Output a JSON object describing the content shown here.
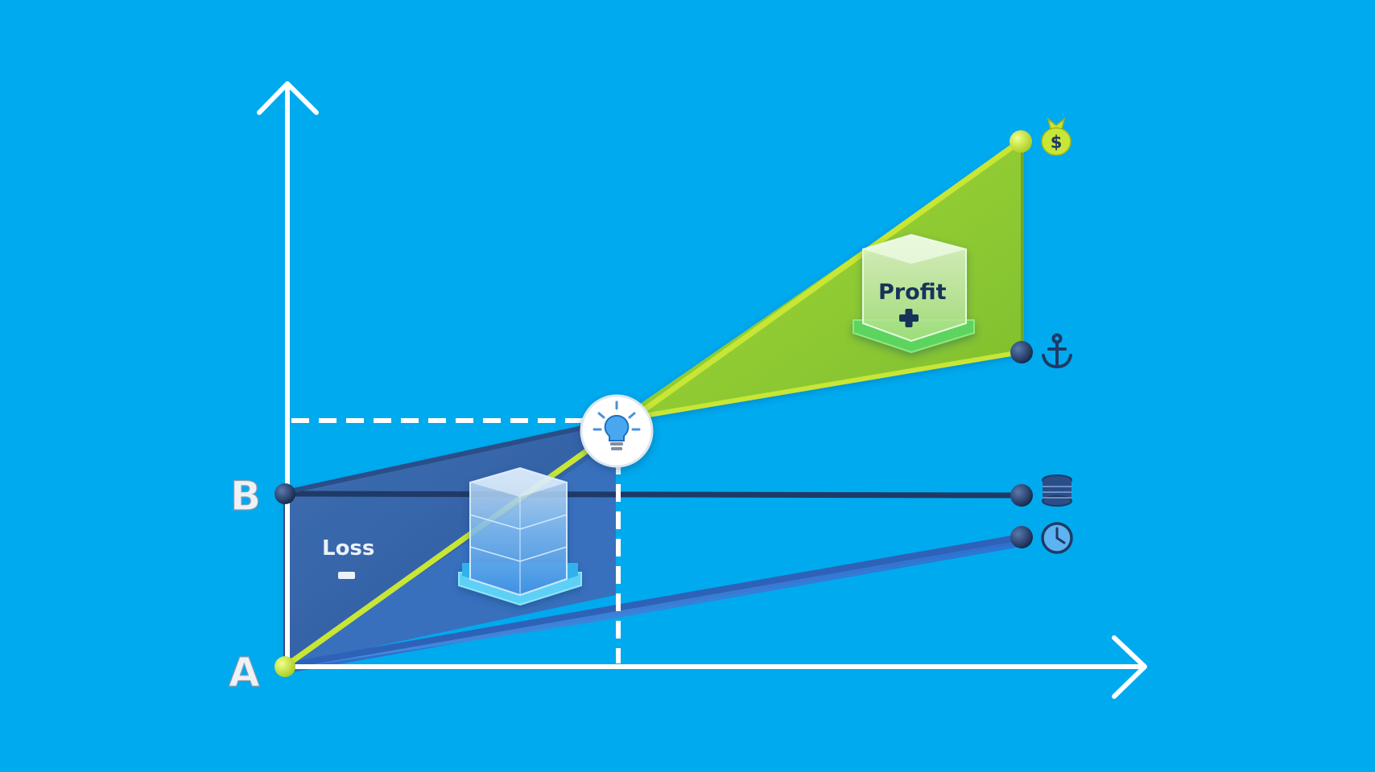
{
  "diagram": {
    "labels": {
      "origin": "A",
      "fixed_level": "B",
      "loss": "Loss",
      "profit": "Profit"
    },
    "icons": {
      "break_even": "lightbulb-icon",
      "revenue_end": "money-bag-icon",
      "total_cost_end": "anchor-icon",
      "fixed_cost_end": "coin-stack-icon",
      "variable_cost_end": "clock-icon",
      "profit_sign": "plus-icon",
      "loss_sign": "minus-icon"
    },
    "colors": {
      "background": "#00AAEF",
      "profit": "#8CCB2F",
      "revenue_line": "#C8E635",
      "loss": "#3A6EB4",
      "dark_line": "#1F3A66",
      "axis": "#FFFFFF"
    }
  }
}
